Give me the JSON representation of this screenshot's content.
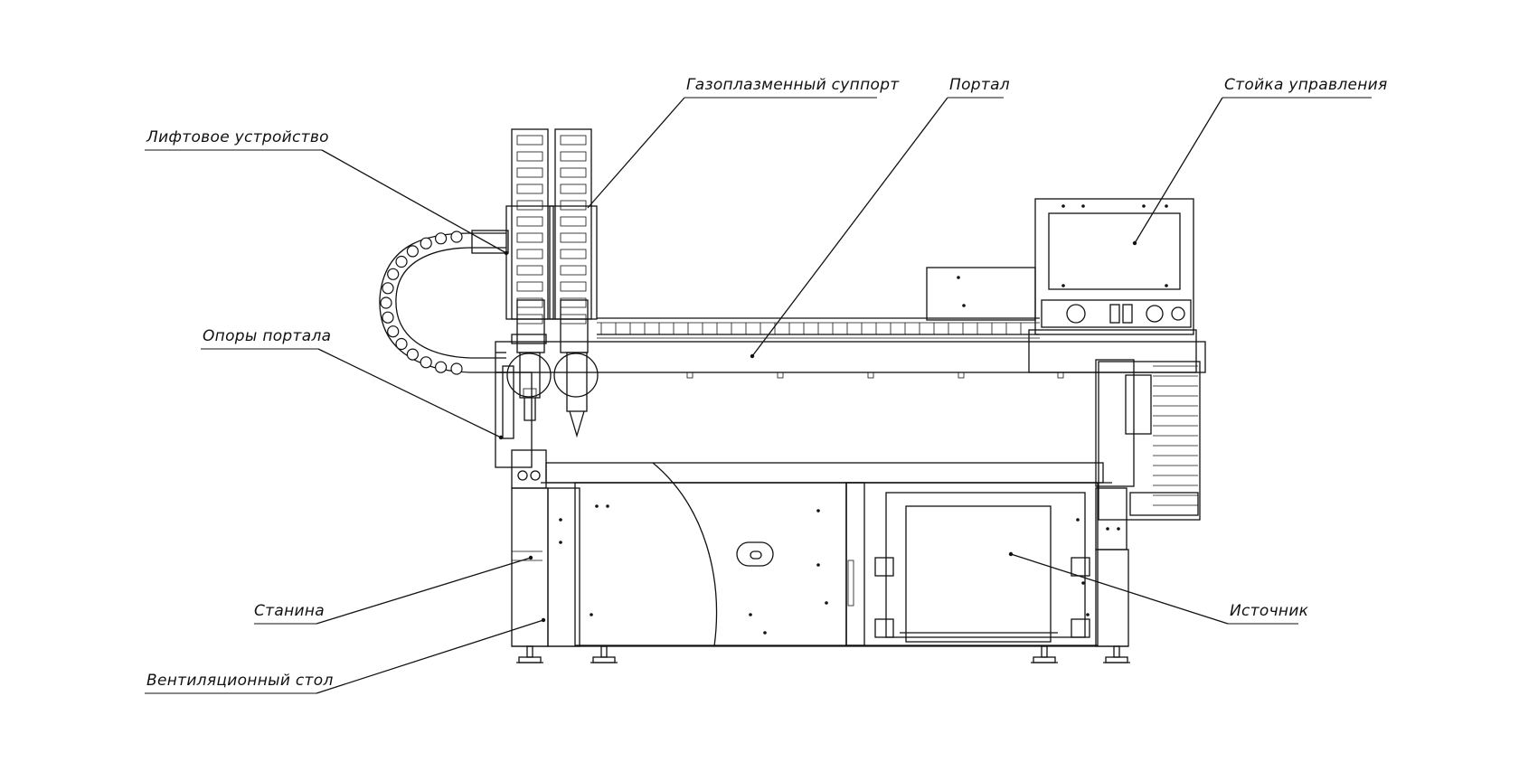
{
  "labels": {
    "lift": "Лифтовое устройство",
    "carriage": "Газоплазменный суппорт",
    "portal": "Портал",
    "control": "Стойка управления",
    "supports": "Опоры портала",
    "frame": "Станина",
    "source": "Источник",
    "table": "Вентиляционный стол"
  }
}
